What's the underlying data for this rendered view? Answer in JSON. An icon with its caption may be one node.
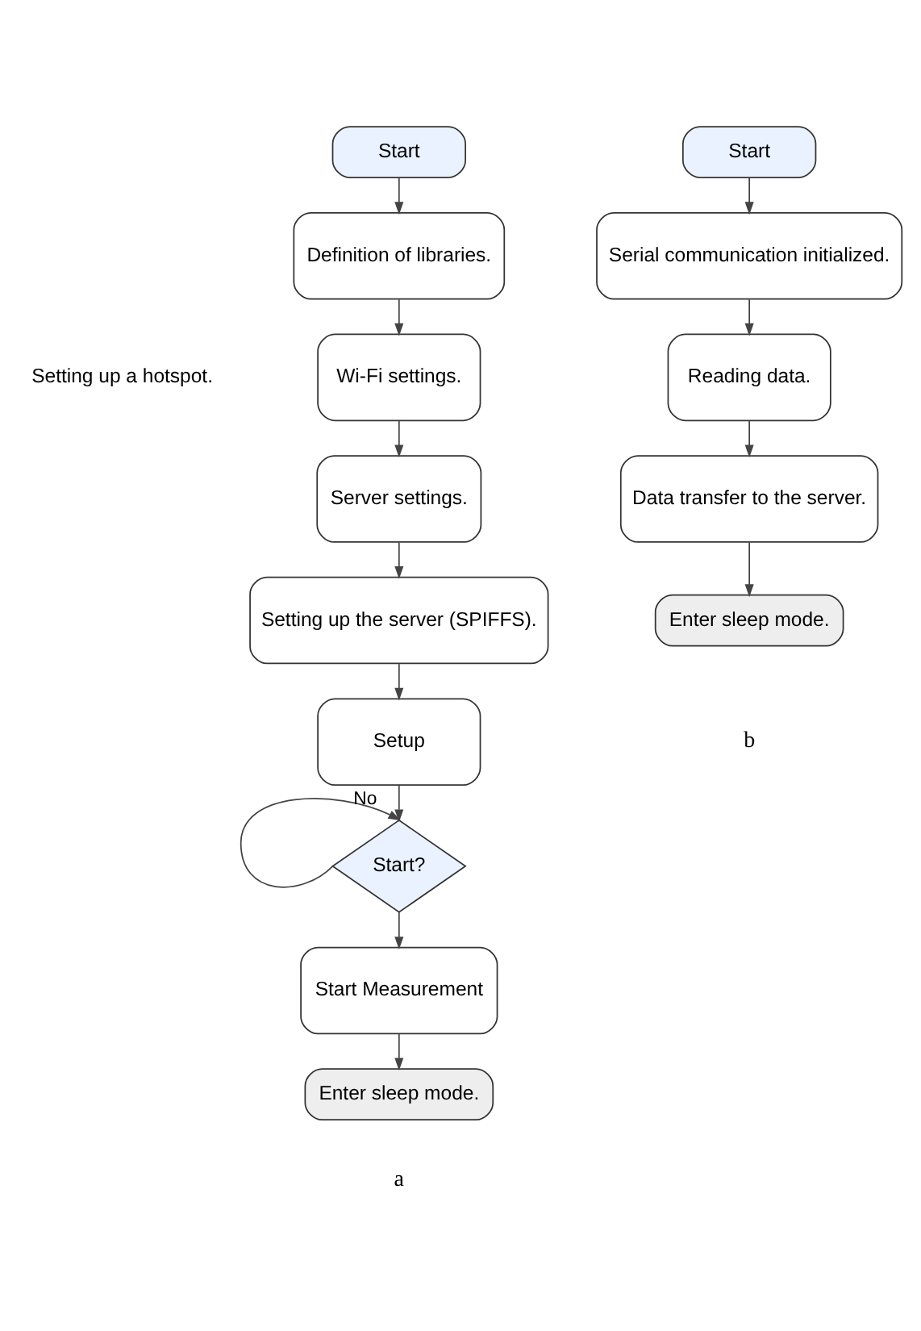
{
  "diagram": {
    "nodes": [
      {
        "text": [
          "Start"
        ]
      },
      {
        "text": [
          "Definition of libraries."
        ]
      },
      {
        "text": [
          "Wi-Fi settings."
        ]
      },
      {
        "text": [
          "Server settings."
        ]
      },
      {
        "text": [
          "Setting up the server (SPIFFS)."
        ]
      },
      {
        "text": [
          "Setup"
        ]
      },
      {
        "text": [
          "Start?"
        ]
      },
      {
        "text": [
          "Start Measurement"
        ]
      },
      {
        "text": [
          "Enter sleep mode."
        ]
      },
      {
        "text": [
          "Start"
        ]
      },
      {
        "text": [
          "Serial communication initialized."
        ]
      },
      {
        "text": [
          "Reading data."
        ]
      },
      {
        "text": [
          "Data transfer to the server."
        ]
      },
      {
        "text": [
          "Enter sleep mode."
        ]
      }
    ],
    "edges": [
      {
        "from": 0,
        "to": 1,
        "arrow": "to"
      },
      {
        "from": 1,
        "to": 2,
        "arrow": "to"
      },
      {
        "from": 2,
        "to": 3,
        "arrow": "to"
      },
      {
        "from": 3,
        "to": 4,
        "arrow": "to"
      },
      {
        "from": 4,
        "to": 5,
        "arrow": "to"
      },
      {
        "from": 5,
        "to": 6,
        "arrow": "to"
      },
      {
        "from": 6,
        "to": 6,
        "arrow": "to",
        "label": "No"
      },
      {
        "from": 6,
        "to": 7,
        "arrow": "to"
      },
      {
        "from": 7,
        "to": 8,
        "arrow": "to"
      },
      {
        "from": 9,
        "to": 10,
        "arrow": "to"
      },
      {
        "from": 10,
        "to": 11,
        "arrow": "to"
      },
      {
        "from": 11,
        "to": 12,
        "arrow": "to"
      },
      {
        "from": 12,
        "to": 13,
        "arrow": "to"
      }
    ],
    "labels": [
      "Setting up a hotspot.",
      "a",
      "b"
    ]
  }
}
